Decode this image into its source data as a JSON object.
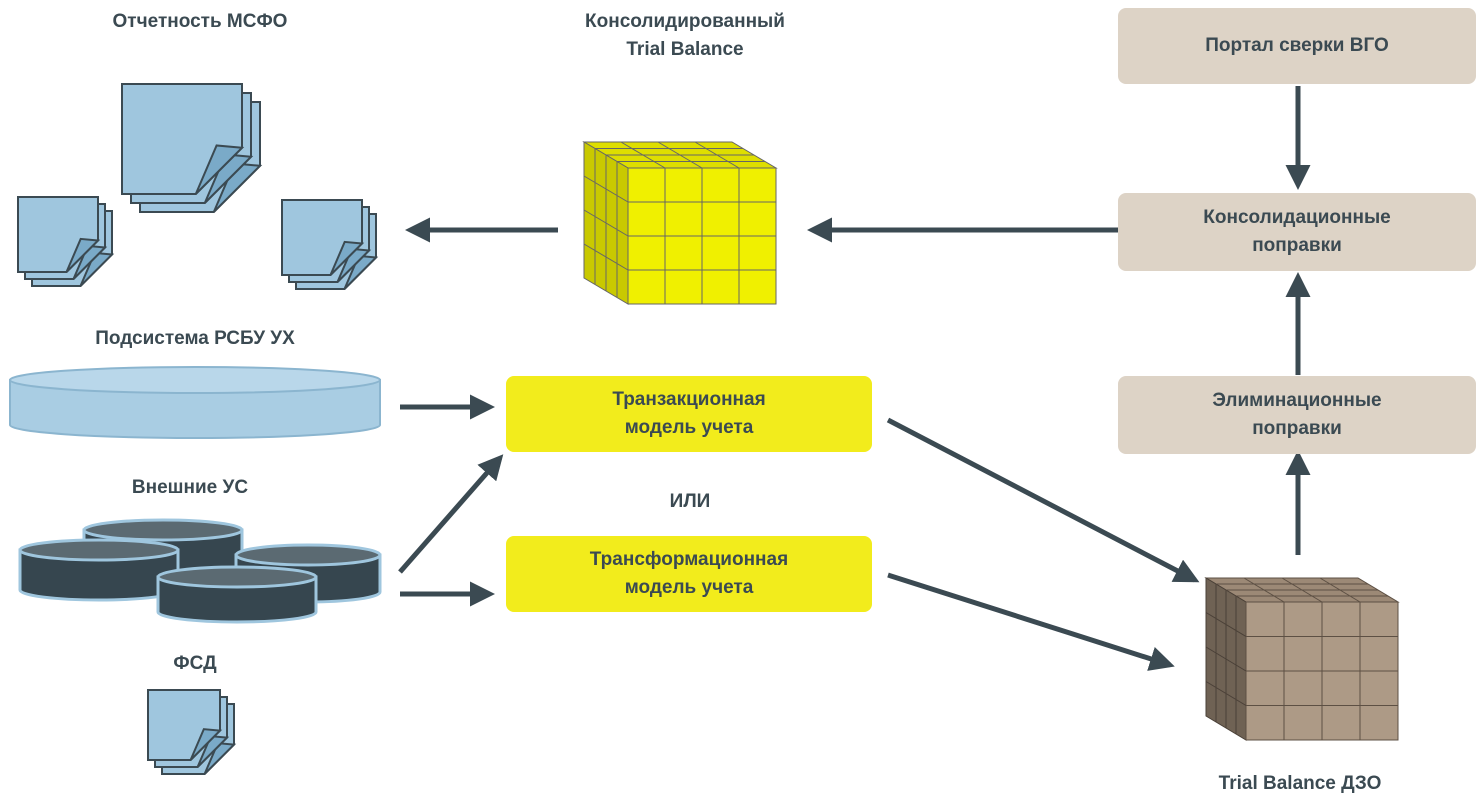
{
  "diagram": {
    "labels": {
      "ifrs_reporting": "Отчетность МСФО",
      "consolidated_tb": "Консолидированный\nTrial Balance",
      "rsbu_subsystem": "Подсистема РСБУ УХ",
      "external_systems": "Внешние УС",
      "fsd": "ФСД",
      "or": "ИЛИ",
      "tb_dzo": "Trial Balance ДЗО"
    },
    "boxes": {
      "transaction_model": "Транзакционная\nмодель учета",
      "transformation_model": "Трансформационная\nмодель учета",
      "vgo_portal": "Портал сверки ВГО",
      "consolidation_adjustments": "Консолидационные\nпоправки",
      "elimination_adjustments": "Элиминационные\nпоправки"
    },
    "colors": {
      "text": "#3b4a52",
      "arrow": "#3b4a52",
      "yellow_box": "#f2ec1c",
      "beige_box": "#ddd3c6",
      "document": "#9fc6de",
      "database": "#a9cde3",
      "db_dark": "#36464f",
      "cube_yellow": "#f0f000",
      "cube_brown": "#ad9a86"
    }
  }
}
